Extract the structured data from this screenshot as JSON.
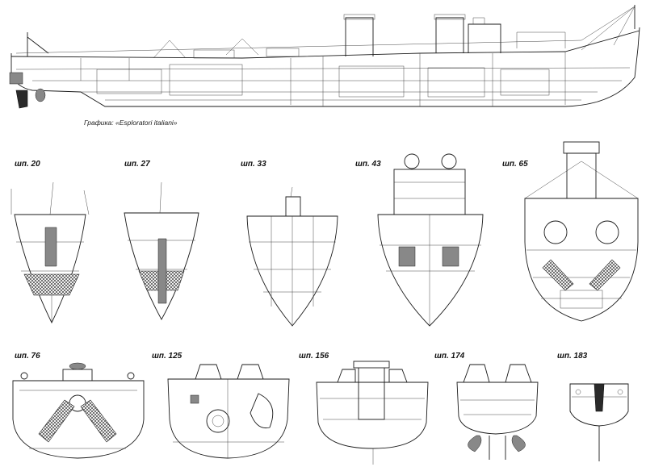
{
  "caption": "Графика: «Esploratori italiani»",
  "sections": [
    {
      "label": "шп. 20"
    },
    {
      "label": "шп. 27"
    },
    {
      "label": "шп. 33"
    },
    {
      "label": "шп. 43"
    },
    {
      "label": "шп. 65"
    },
    {
      "label": "шп. 76"
    },
    {
      "label": "шп. 125"
    },
    {
      "label": "шп. 156"
    },
    {
      "label": "шп. 174"
    },
    {
      "label": "шп. 183"
    }
  ]
}
